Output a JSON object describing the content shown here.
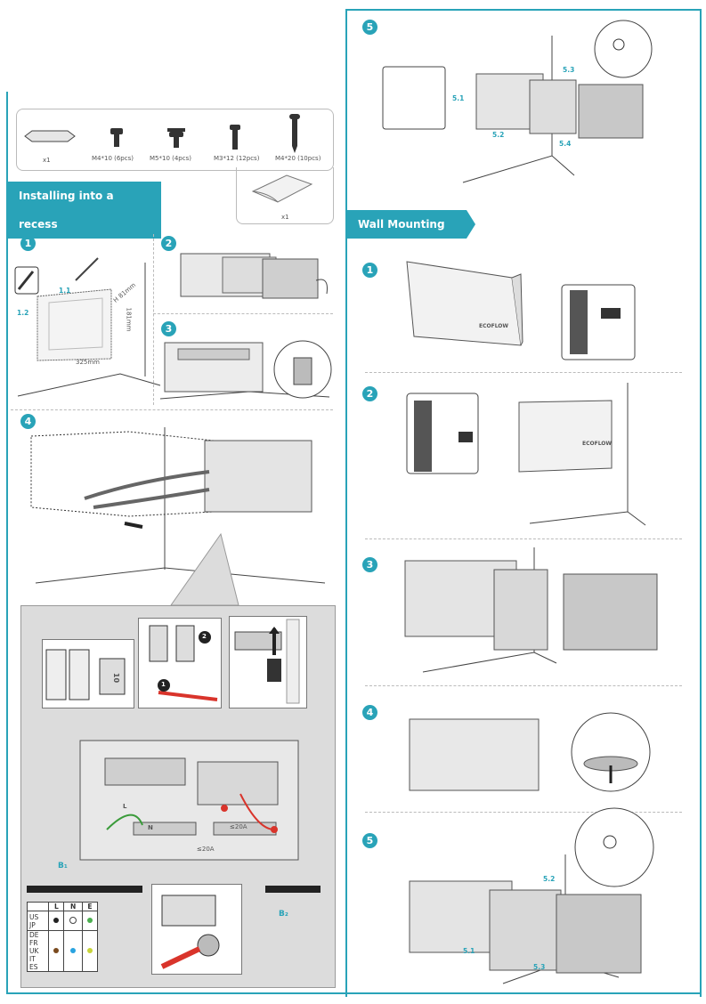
{
  "section_headers": {
    "recess": "Installing into a recess",
    "wall": "Wall Mounting"
  },
  "parts": [
    {
      "label": "x1"
    },
    {
      "label": "M4*10 (6pcs)"
    },
    {
      "label": "M5*10 (4pcs)"
    },
    {
      "label": "M3*12 (12pcs)"
    },
    {
      "label": "M4*20 (10pcs)"
    },
    {
      "label": "x1"
    }
  ],
  "steps": {
    "r1": "1",
    "r2": "2",
    "r3": "3",
    "r4": "4",
    "top5": "5",
    "w1": "1",
    "w2": "2",
    "w3": "3",
    "w4": "4",
    "w5": "5"
  },
  "callouts": {
    "s1_1_1": "1.1",
    "s1_1_2": "1.2",
    "dim_h": "H 81mm",
    "dim_v": "181mm",
    "dim_w": "325mm",
    "top_5_1": "5.1",
    "top_5_2": "5.2",
    "top_5_3": "5.3",
    "top_5_4": "5.4",
    "w_5_1": "5.1",
    "w_5_2": "5.2",
    "w_5_3": "5.3"
  },
  "wiring": {
    "b1": "B₁",
    "b2": "B₂",
    "amp1": "≤20A",
    "amp2": "≤20A",
    "term_L": "L",
    "term_N": "N",
    "detail_marker_1": "1",
    "detail_marker_2": "2",
    "lever_label": "10"
  },
  "brand": {
    "logo": "ECOFLOW"
  },
  "legend": {
    "headers": [
      "L",
      "N",
      "E"
    ],
    "rows": [
      {
        "regions": "US\nJP",
        "colors": [
          "#222222",
          "#ffffff",
          "#4caf50"
        ]
      },
      {
        "regions": "DE\nFR\nUK\nIT\nES",
        "colors": [
          "#7a4a1e",
          "#29a3e0",
          "#c8d43a"
        ]
      }
    ]
  },
  "colors": {
    "accent": "#29a3b8",
    "red_wire": "#d9342b",
    "green_wire": "#3a9b3a"
  }
}
